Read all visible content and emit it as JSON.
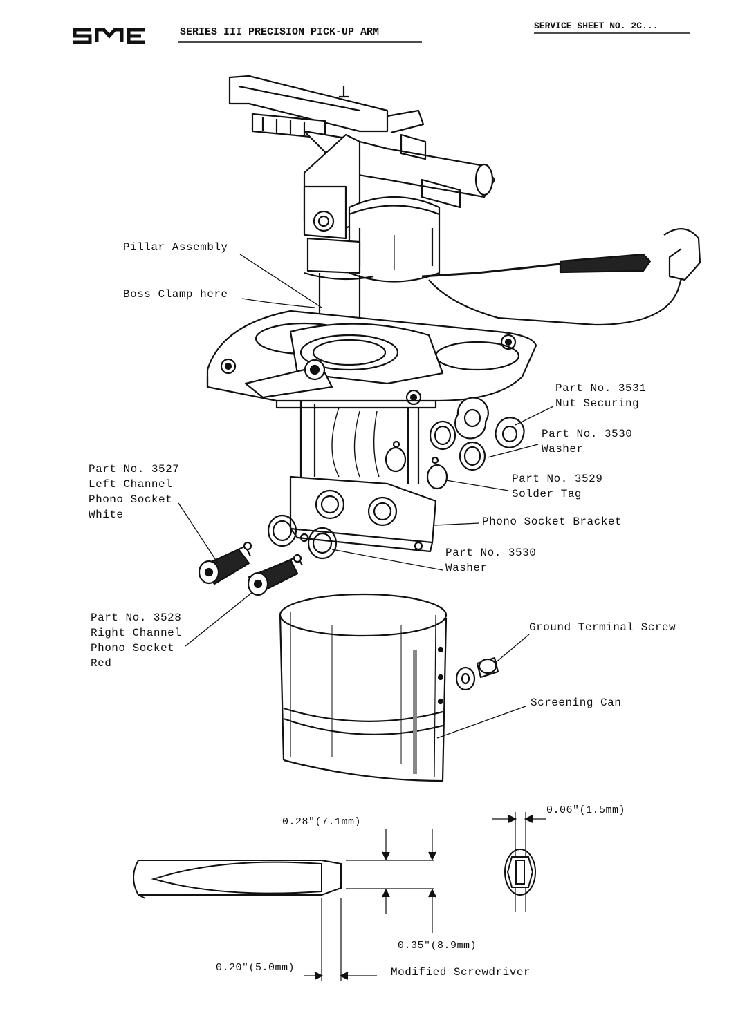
{
  "header": {
    "logo": "SME",
    "title": "SERIES III PRECISION PICK-UP ARM",
    "sheet": "SERVICE SHEET NO. 2C..."
  },
  "callouts": {
    "pillar_assembly": "Pillar Assembly",
    "boss_clamp": "Boss Clamp here",
    "part_3531": [
      "Part No. 3531",
      "Nut Securing"
    ],
    "part_3530_upper": [
      "Part No. 3530",
      "Washer"
    ],
    "part_3529": [
      "Part No. 3529",
      "Solder Tag"
    ],
    "phono_bracket": "Phono Socket Bracket",
    "part_3530_lower": [
      "Part No. 3530",
      "Washer"
    ],
    "part_3527": [
      "Part No. 3527",
      "Left Channel",
      "Phono Socket",
      "White"
    ],
    "part_3528": [
      "Part No. 3528",
      "Right Channel",
      "Phono Socket",
      "Red"
    ],
    "ground_screw": "Ground Terminal Screw",
    "screening_can": "Screening Can"
  },
  "screwdriver": {
    "dim_tip_width": "0.28\"(7.1mm)",
    "dim_blade_thickness": "0.06\"(1.5mm)",
    "dim_shank": "0.35\"(8.9mm)",
    "dim_tip_length": "0.20\"(5.0mm)",
    "caption": "Modified Screwdriver"
  }
}
